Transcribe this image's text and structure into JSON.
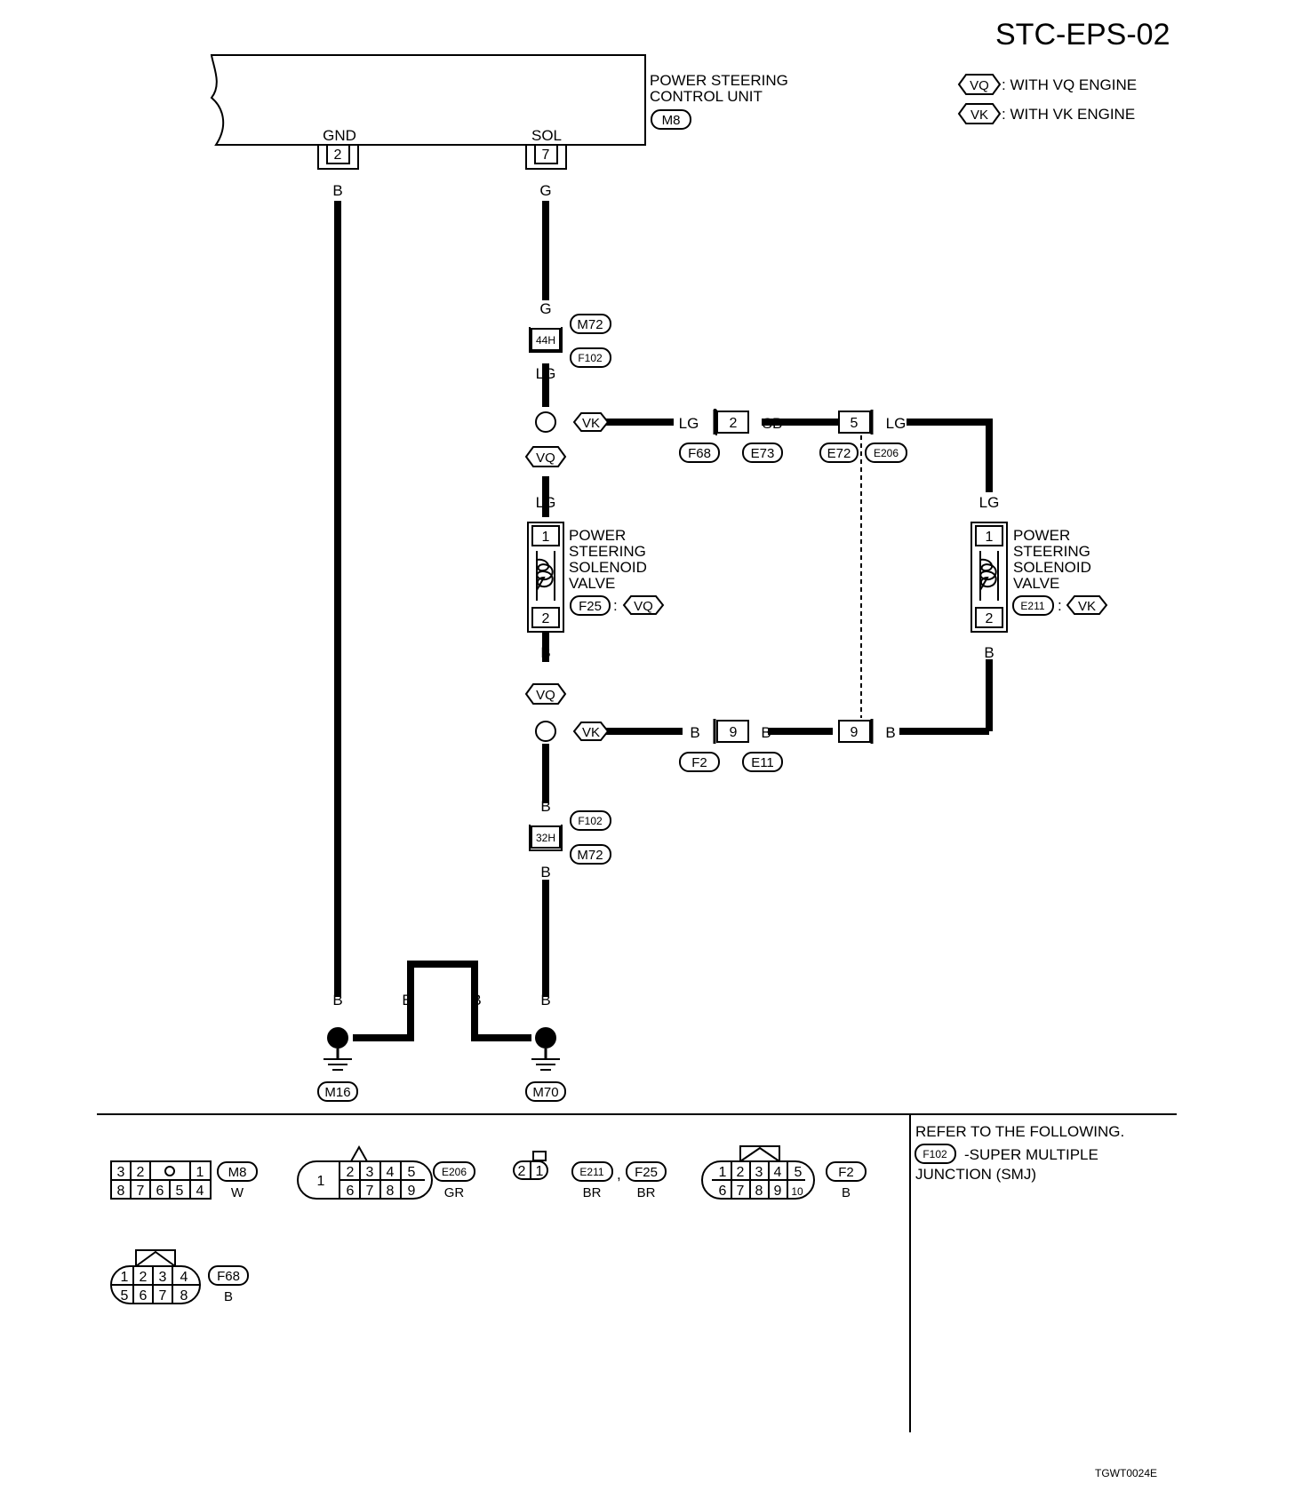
{
  "diagram_id": "STC-EPS-02",
  "legend": {
    "vq_tag": "VQ",
    "vq_text": ": WITH VQ ENGINE",
    "vk_tag": "VK",
    "vk_text": ": WITH VK ENGINE"
  },
  "control_unit": {
    "name_line1": "POWER STEERING",
    "name_line2": "CONTROL UNIT",
    "connector": "M8",
    "gnd_label": "GND",
    "gnd_pin": "2",
    "sol_label": "SOL",
    "sol_pin": "7"
  },
  "wires": {
    "gnd_color": "B",
    "sol_color": "G",
    "after_44h": "LG",
    "vk_upper_left": "LG",
    "vk_upper_mid": "SB",
    "vk_upper_right": "LG",
    "vk_right_vertical": "LG",
    "vq_valve_in": "LG",
    "vq_valve_out": "B",
    "vk_valve_out": "B",
    "vk_lower_left": "B",
    "vk_lower_mid": "B",
    "vk_lower_right": "B",
    "below_branch": "B",
    "below_32h": "B",
    "ground_labels": [
      "B",
      "B",
      "B",
      "B"
    ]
  },
  "junction_upper": {
    "pin": "44H",
    "conn_top": "M72",
    "conn_bottom": "F102"
  },
  "junction_lower": {
    "pin": "32H",
    "conn_top": "F102",
    "conn_bottom": "M72"
  },
  "upper_connectors": [
    {
      "pin": "2",
      "left": "F68",
      "right": "E73"
    },
    {
      "pin": "5",
      "left": "E72",
      "right": "E206"
    }
  ],
  "lower_connectors": [
    {
      "pin": "9",
      "left": "F2",
      "right": "E11"
    },
    {
      "pin": "9"
    }
  ],
  "valve_vq": {
    "line1": "POWER",
    "line2": "STEERING",
    "line3": "SOLENOID",
    "line4": "VALVE",
    "connector": "F25",
    "colon": ":",
    "engine": "VQ",
    "pin_top": "1",
    "pin_bottom": "2"
  },
  "valve_vk": {
    "line1": "POWER",
    "line2": "STEERING",
    "line3": "SOLENOID",
    "line4": "VALVE",
    "connector": "E211",
    "colon": ":",
    "engine": "VK",
    "pin_top": "1",
    "pin_bottom": "2"
  },
  "branch_tags": {
    "upper_vk": "VK",
    "upper_vq": "VQ",
    "lower_vq": "VQ",
    "lower_vk": "VK"
  },
  "grounds": [
    "M16",
    "M70"
  ],
  "connector_views": {
    "m8": {
      "top_row": [
        "3",
        "2",
        "",
        "1"
      ],
      "bottom_row": [
        "8",
        "7",
        "6",
        "5",
        "4"
      ],
      "id": "M8",
      "color": "W"
    },
    "e206": {
      "big_pin": "1",
      "top_row": [
        "2",
        "3",
        "4",
        "5"
      ],
      "bottom_row": [
        "6",
        "7",
        "8",
        "9"
      ],
      "id": "E206",
      "color": "GR"
    },
    "e211_f25": {
      "pins": [
        "2",
        "1"
      ],
      "id1": "E211",
      "comma": ",",
      "id2": "F25",
      "color1": "BR",
      "color2": "BR"
    },
    "f2": {
      "top_row": [
        "1",
        "2",
        "3",
        "4",
        "5"
      ],
      "bottom_row": [
        "6",
        "7",
        "8",
        "9",
        "10"
      ],
      "id": "F2",
      "color": "B"
    },
    "f68": {
      "top_row": [
        "1",
        "2",
        "3",
        "4"
      ],
      "bottom_row": [
        "5",
        "6",
        "7",
        "8"
      ],
      "id": "F68",
      "color": "B"
    }
  },
  "refer_note": {
    "line1": "REFER TO THE FOLLOWING.",
    "tag": "F102",
    "line2": "-SUPER MULTIPLE",
    "line3": "JUNCTION (SMJ)"
  },
  "footer_code": "TGWT0024E"
}
